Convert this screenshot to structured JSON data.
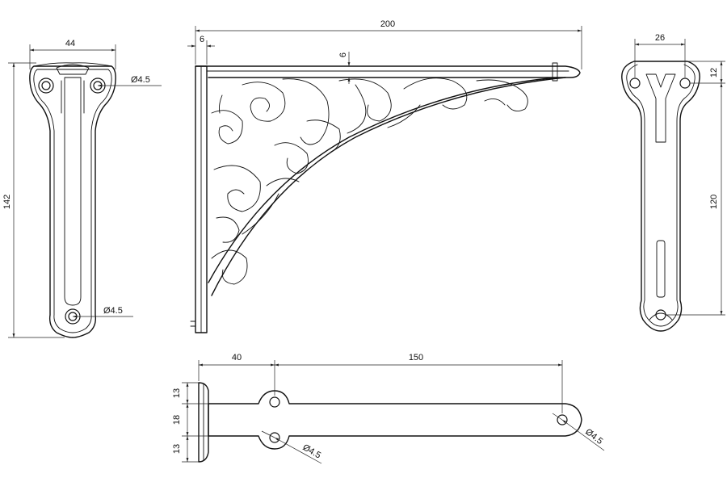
{
  "front_view": {
    "width_label": "44",
    "height_label": "142",
    "hole_top_label": "Ø4.5",
    "hole_bottom_label": "Ø4.5"
  },
  "side_view": {
    "length_label": "200",
    "wall_plate_label": "6",
    "top_thickness_label": "6"
  },
  "rear_view": {
    "width_label": "26",
    "top_offset_label": "12",
    "hole_spacing_label": "120"
  },
  "top_view": {
    "offset_label": "40",
    "hole_spacing_label": "150",
    "edge_top_label": "13",
    "middle_label": "18",
    "edge_bottom_label": "13",
    "hole_left_label": "Ø4.5",
    "hole_right_label": "Ø4.5"
  }
}
